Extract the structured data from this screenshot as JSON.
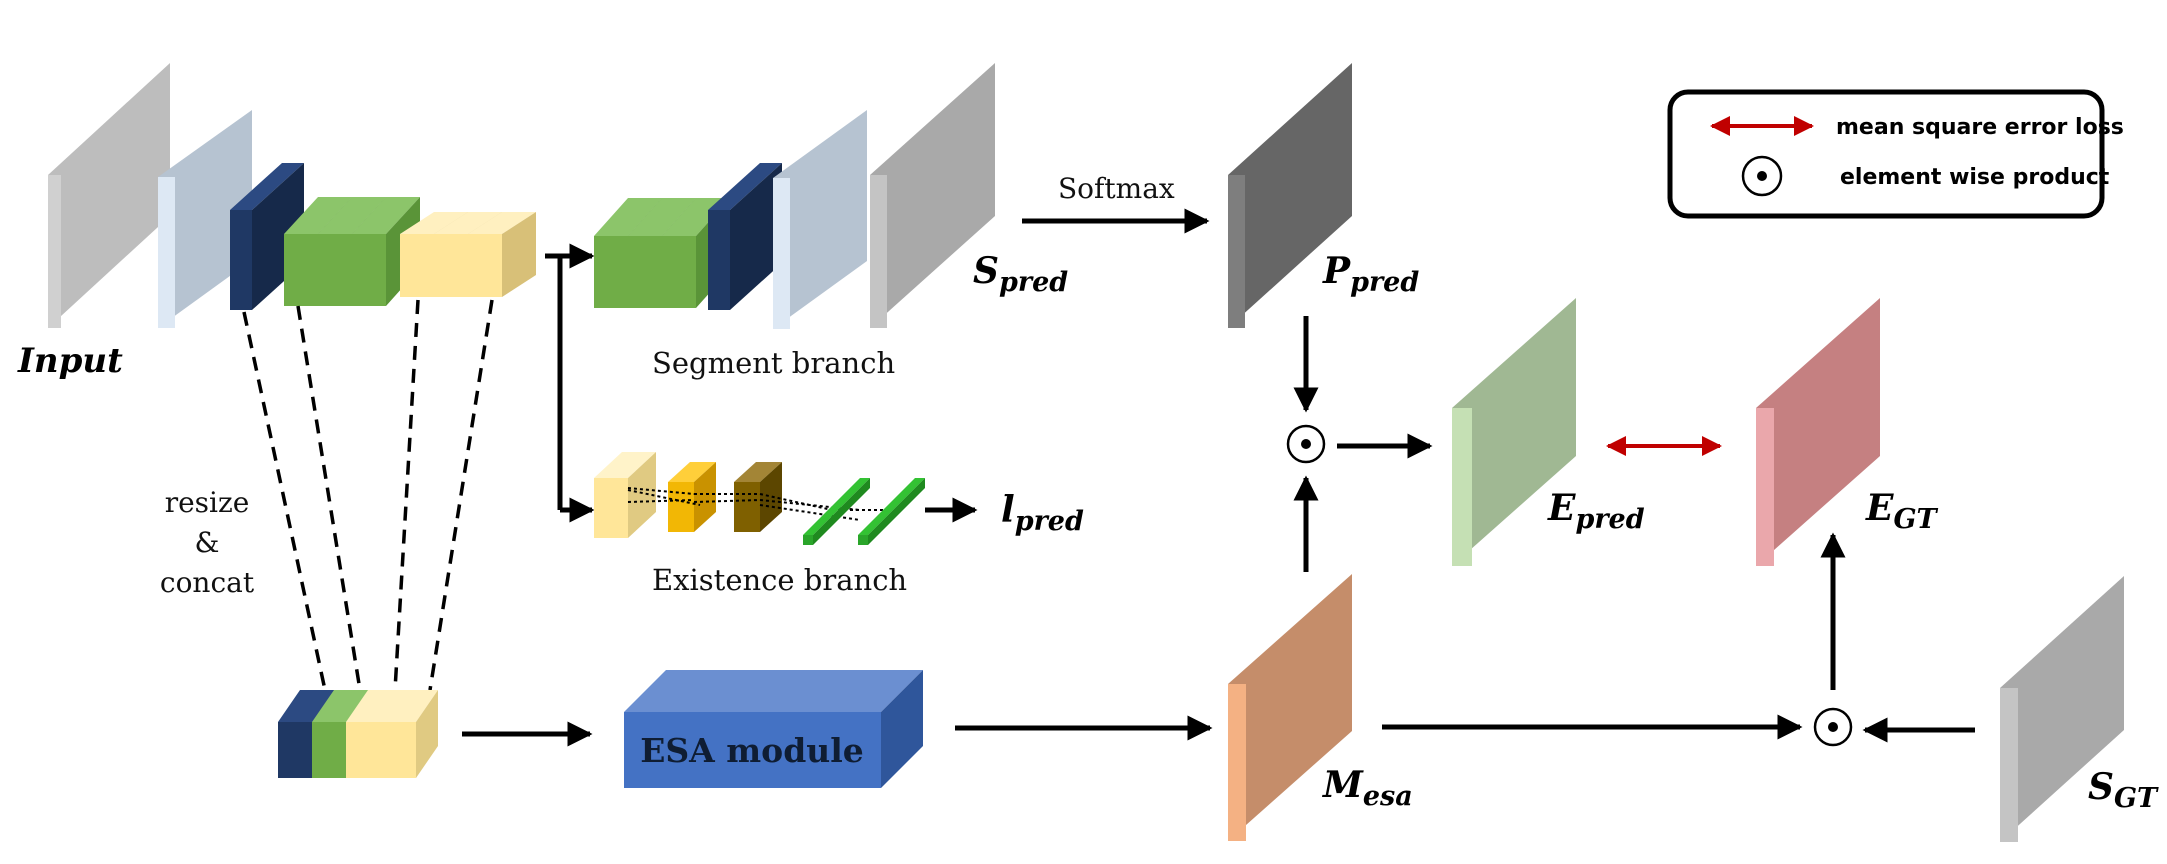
{
  "labels": {
    "input": "Input",
    "softmax": "Softmax",
    "segment_branch": "Segment branch",
    "existence_branch": "Existence branch",
    "resize": "resize",
    "amp": "&",
    "concat": "concat",
    "esa_module": "ESA module"
  },
  "math": {
    "s_pred": {
      "base": "S",
      "sub": "pred"
    },
    "p_pred": {
      "base": "P",
      "sub": "pred"
    },
    "l_pred": {
      "base": "l",
      "sub": "pred"
    },
    "e_pred": {
      "base": "E",
      "sub": "pred"
    },
    "e_gt": {
      "base": "E",
      "sub": "GT"
    },
    "m_esa": {
      "base": "M",
      "sub": "esa"
    },
    "s_gt": {
      "base": "S",
      "sub": "GT"
    }
  },
  "legend": {
    "mse_label": "mean square error loss",
    "product_label": "element wise product"
  },
  "colors": {
    "gray": "#b3b3b3",
    "light_blue": "#c4d2e0",
    "navy": "#1f3864",
    "green": "#70ad47",
    "yellow": "#ffe699",
    "orange": "#f4b183",
    "esa_blue": "#4472c4",
    "dark_gray": "#666666",
    "light_green": "#a9c89a",
    "pink": "#d98a8e",
    "red_arrow": "#c00000"
  }
}
